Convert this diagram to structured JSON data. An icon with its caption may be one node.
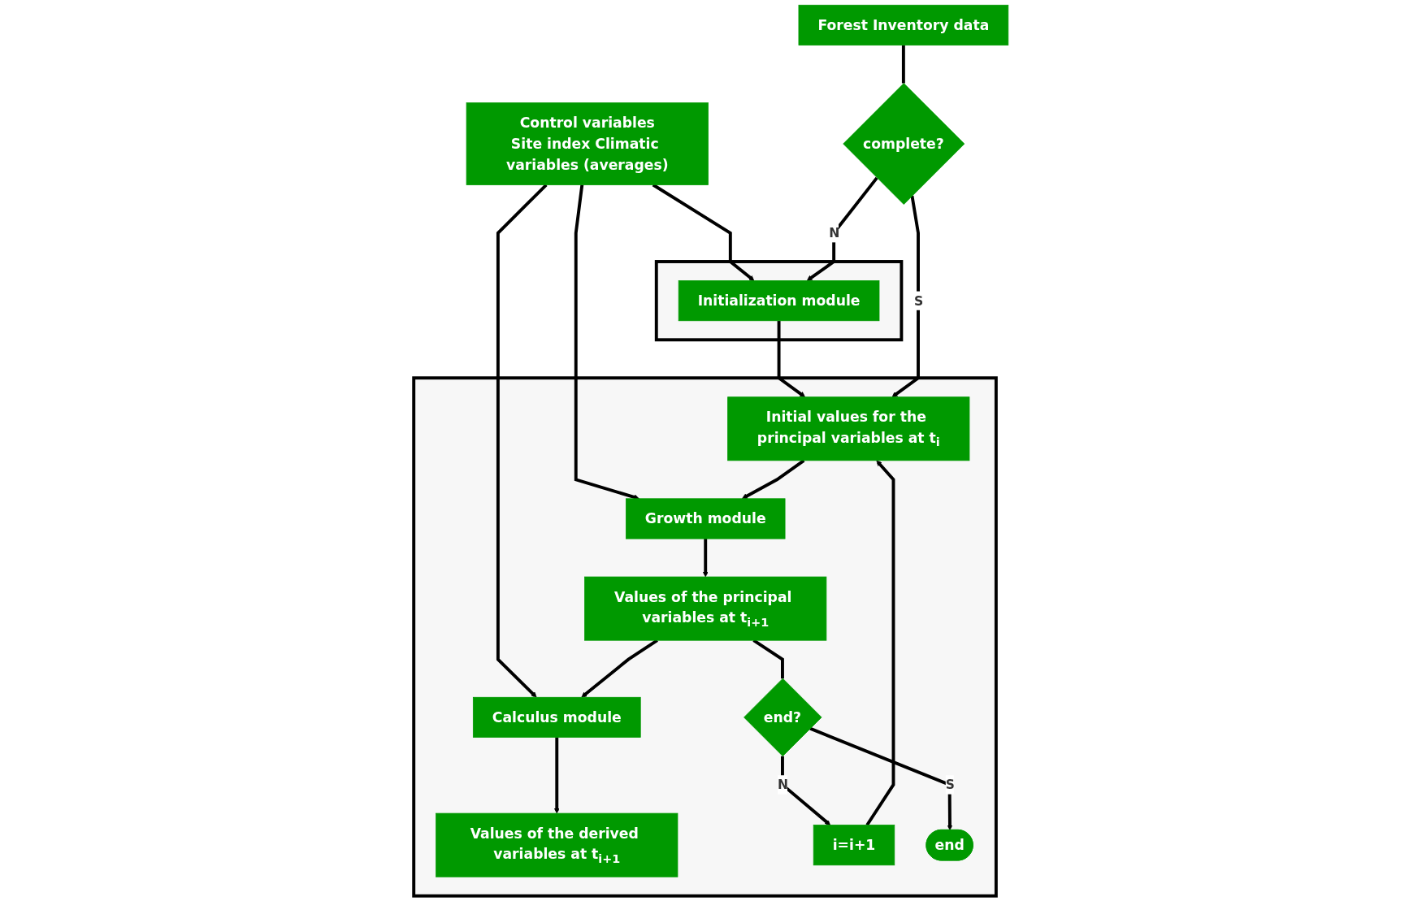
{
  "diagram": {
    "nodes": [
      {
        "text": [
          "Control variables",
          "Site index Climatic variables (averages)"
        ]
      },
      {
        "text": [],
        "shape": "box"
      },
      {
        "text": [
          "Initialization module"
        ],
        "in": 1
      },
      {
        "text": [
          "Forest Inventory data"
        ]
      },
      {
        "text": [
          "complete?"
        ]
      },
      {
        "text": [],
        "shape": "box"
      },
      {
        "text": [
          "Values of the derived variables at t$_{i+1}$"
        ],
        "in": 5
      },
      {
        "text": [
          "Growth module"
        ],
        "in": 5
      },
      {
        "text": [
          "Initial values for the principal variables at t$_{i}$"
        ],
        "in": 5
      },
      {
        "text": [
          "Calculus module"
        ],
        "in": 5
      },
      {
        "text": [
          "Values of the principal variables at t$_{i+1}$"
        ],
        "in": 5
      },
      {
        "text": [
          "i=i+1"
        ],
        "in": 5
      },
      {
        "text": [
          "end?"
        ],
        "in": 5
      },
      {
        "text": [
          "end"
        ],
        "in": 5
      }
    ],
    "edges": [
      {
        "from": 0,
        "to": 2,
        "arrow": "to"
      },
      {
        "from": 0,
        "to": 7,
        "arrow": "to"
      },
      {
        "from": 0,
        "to": 9,
        "arrow": "to"
      },
      {
        "from": 2,
        "to": 8,
        "arrow": "to"
      },
      {
        "from": 3,
        "to": 4,
        "arrow": "none"
      },
      {
        "from": 4,
        "to": 2,
        "arrow": "to",
        "label": "N"
      },
      {
        "from": 4,
        "to": 8,
        "arrow": "to",
        "label": "S"
      },
      {
        "from": 8,
        "to": 7,
        "arrow": "to"
      },
      {
        "from": 7,
        "to": 10,
        "arrow": "to"
      },
      {
        "from": 10,
        "to": 9,
        "arrow": "to"
      },
      {
        "from": 9,
        "to": 6,
        "arrow": "to"
      },
      {
        "from": 10,
        "to": 12,
        "arrow": "none"
      },
      {
        "from": 12,
        "to": 11,
        "arrow": "to",
        "label": "N"
      },
      {
        "from": 11,
        "to": 8,
        "arrow": "to"
      },
      {
        "from": 12,
        "to": 13,
        "arrow": "to",
        "label": "S"
      }
    ]
  }
}
